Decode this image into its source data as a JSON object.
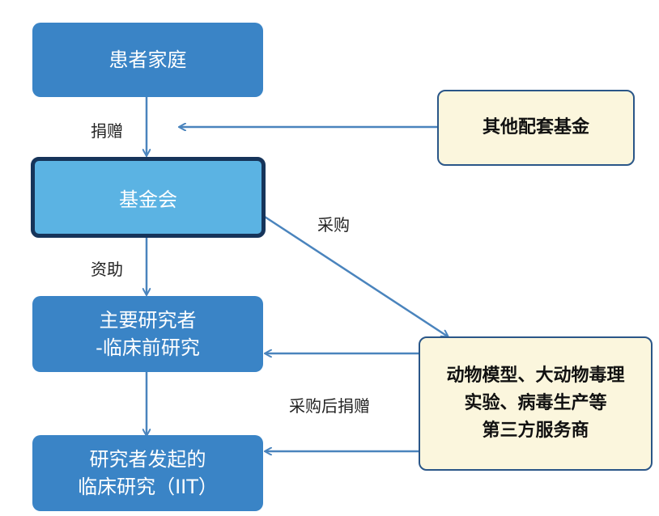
{
  "nodes": {
    "patient_family": {
      "label": "患者家庭"
    },
    "other_funds": {
      "label": "其他配套基金"
    },
    "foundation": {
      "label": "基金会"
    },
    "pi_preclinical": {
      "lines": [
        "主要研究者",
        "-临床前研究"
      ]
    },
    "vendors": {
      "lines": [
        "动物模型、大动物毒理",
        "实验、病毒生产等",
        "第三方服务商"
      ]
    },
    "iit": {
      "lines": [
        "研究者发起的",
        "临床研究（IIT）"
      ]
    }
  },
  "edges": {
    "donate": "捐赠",
    "fund": "资助",
    "purchase": "采购",
    "donate_after_purchase": "采购后捐赠"
  },
  "colors": {
    "primary_box": "#3a84c6",
    "center_box": "#5bb3e3",
    "center_border": "#16345a",
    "vendor_box": "#fbf6dd",
    "arrow": "#4a84bd"
  }
}
